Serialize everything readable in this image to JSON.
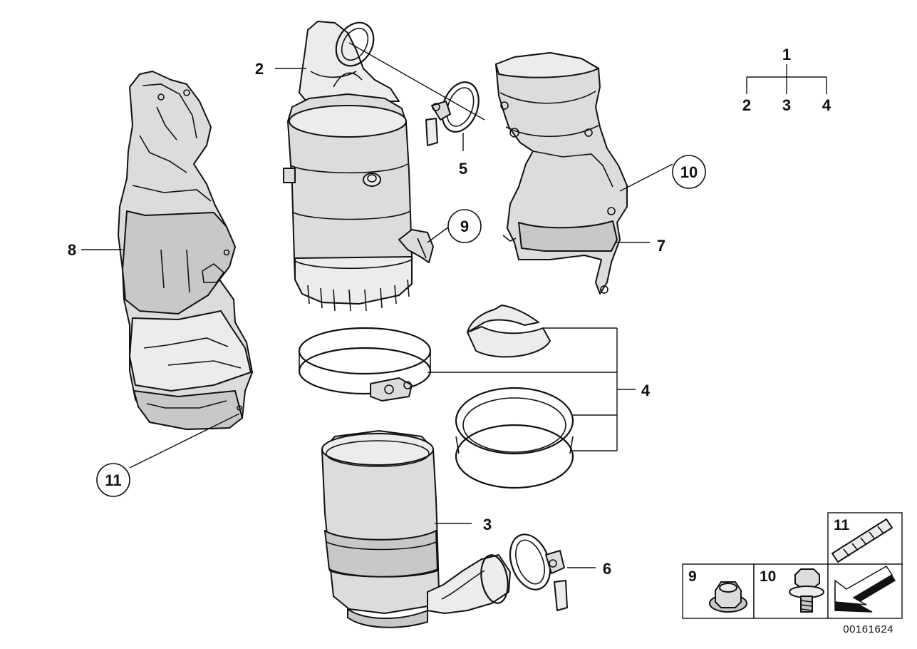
{
  "diagram": {
    "document_number": "00161624",
    "hierarchy": {
      "parent": "1",
      "children": [
        "2",
        "3",
        "4"
      ]
    },
    "labels": {
      "p2": "2",
      "p3": "3",
      "p4": "4",
      "p5": "5",
      "p6": "6",
      "p7": "7",
      "p8": "8",
      "p9": "9",
      "p10": "10",
      "p11": "11"
    },
    "legend": {
      "cell_9": "9",
      "cell_10": "10",
      "cell_11": "11"
    }
  }
}
